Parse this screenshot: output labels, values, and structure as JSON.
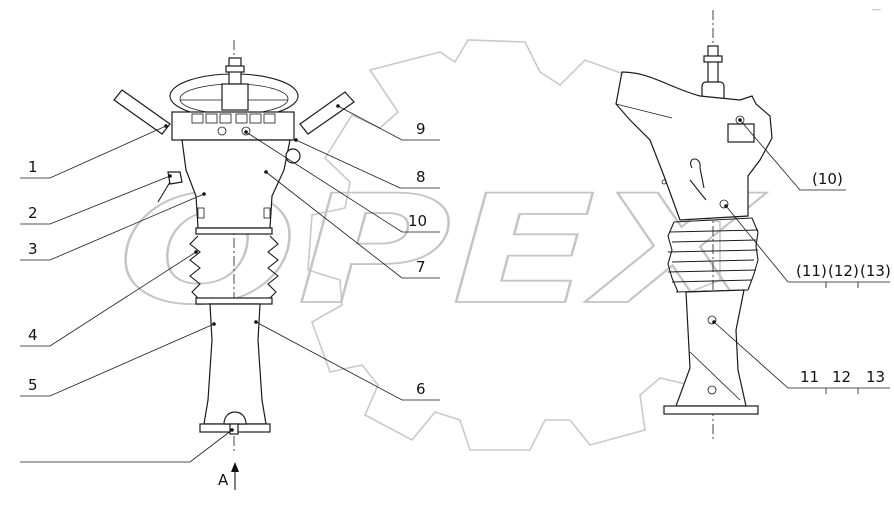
{
  "watermark": {
    "text": "OPEX"
  },
  "corner_mark": "—",
  "left_view": {
    "callouts_left": [
      "1",
      "2",
      "3",
      "4",
      "5"
    ],
    "callouts_right": [
      "9",
      "8",
      "10",
      "7",
      "6"
    ],
    "view_arrow_label": "A"
  },
  "right_view": {
    "callout_top": "(10)",
    "callout_middle": [
      "(11)",
      "(12)",
      "(13)"
    ],
    "callout_bottom": [
      "11",
      "12",
      "13"
    ]
  }
}
